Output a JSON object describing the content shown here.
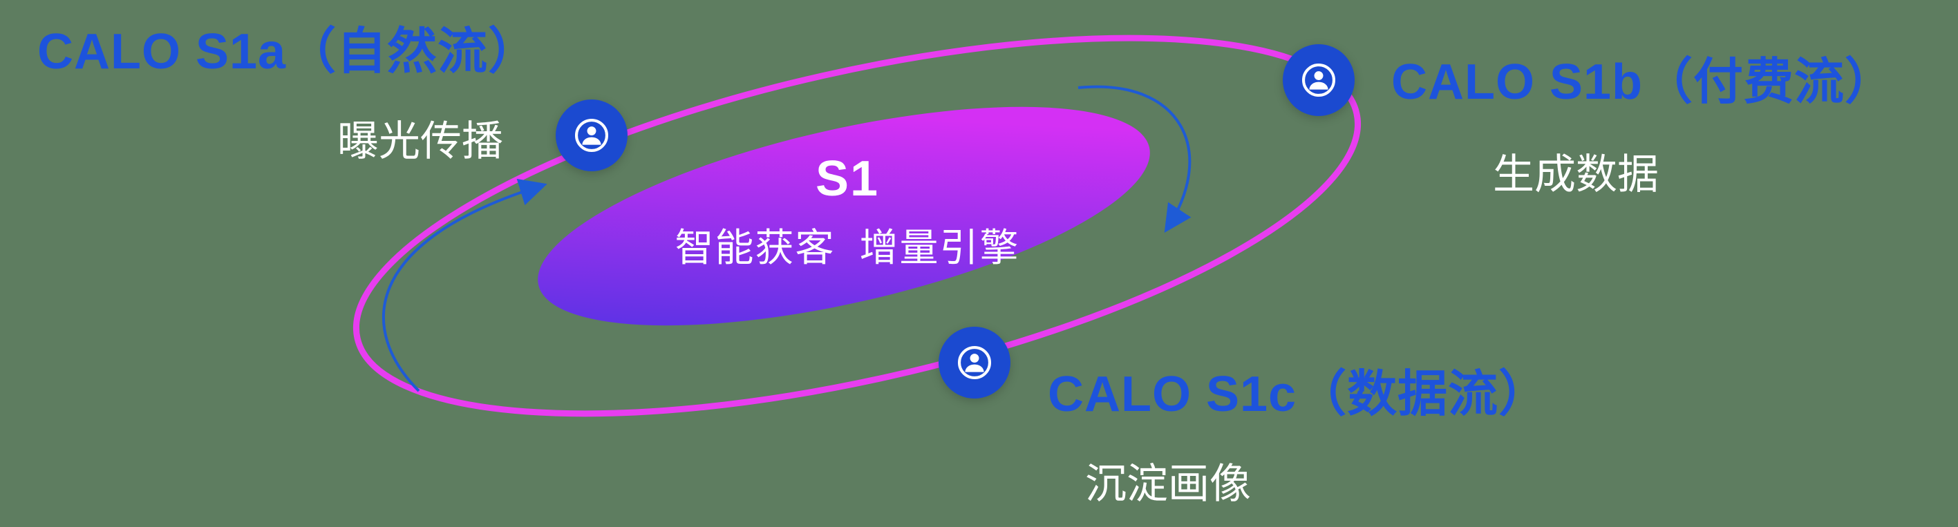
{
  "colors": {
    "background": "#5e7d60",
    "ring": "#e83df0",
    "core_gradient_start": "#4633e2",
    "core_gradient_end": "#d430f4",
    "node_fill": "#1b4ad0",
    "label_blue": "#1d53dc",
    "arrow_blue": "#1e5bd6",
    "text_white": "#ffffff"
  },
  "core": {
    "title": "S1",
    "subtitle": "智能获客  增量引擎"
  },
  "nodes": [
    {
      "id": "s1a",
      "label": "CALO S1a（自然流）",
      "sublabel": "曝光传播",
      "icon": "person-circle-icon"
    },
    {
      "id": "s1b",
      "label": "CALO S1b（付费流）",
      "sublabel": "生成数据",
      "icon": "person-circle-icon"
    },
    {
      "id": "s1c",
      "label": "CALO S1c（数据流）",
      "sublabel": "沉淀画像",
      "icon": "person-circle-icon"
    }
  ],
  "arrows": [
    {
      "id": "left-flow",
      "direction": "up-toward-s1a"
    },
    {
      "id": "right-flow",
      "direction": "down-from-s1b"
    }
  ]
}
